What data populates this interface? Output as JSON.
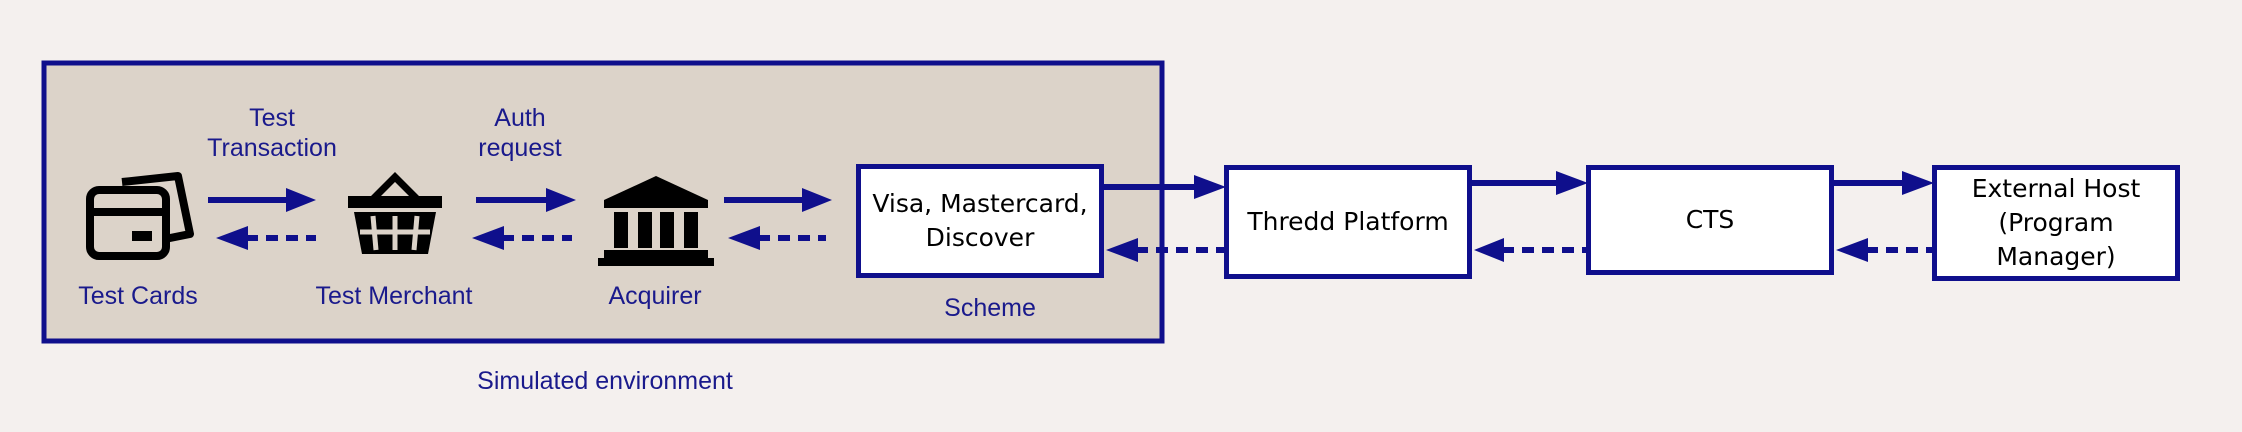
{
  "colors": {
    "background": "#f4f0ee",
    "simulated_area": "#dcd3c9",
    "accent": "#0f0f8c",
    "label_text": "#1a1a8c",
    "box_text": "#000000"
  },
  "simulated_environment": {
    "label": "Simulated environment",
    "nodes": [
      {
        "id": "test-cards",
        "label": "Test Cards",
        "icon": "credit-cards-icon"
      },
      {
        "id": "test-merchant",
        "label": "Test Merchant",
        "icon": "shopping-basket-icon"
      },
      {
        "id": "acquirer",
        "label": "Acquirer",
        "icon": "bank-icon"
      },
      {
        "id": "scheme",
        "label": "Scheme",
        "box_text": "Visa, Mastercard,\nDiscover"
      }
    ],
    "edge_labels": {
      "test_transaction": "Test\nTransaction",
      "auth_request": "Auth\nrequest"
    }
  },
  "external_nodes": [
    {
      "id": "thredd-platform",
      "label": "Thredd Platform"
    },
    {
      "id": "cts",
      "label": "CTS"
    },
    {
      "id": "external-host",
      "label": "External Host\n(Program\nManager)"
    }
  ],
  "arrows": {
    "forward_style": "solid",
    "return_style": "dotted"
  }
}
